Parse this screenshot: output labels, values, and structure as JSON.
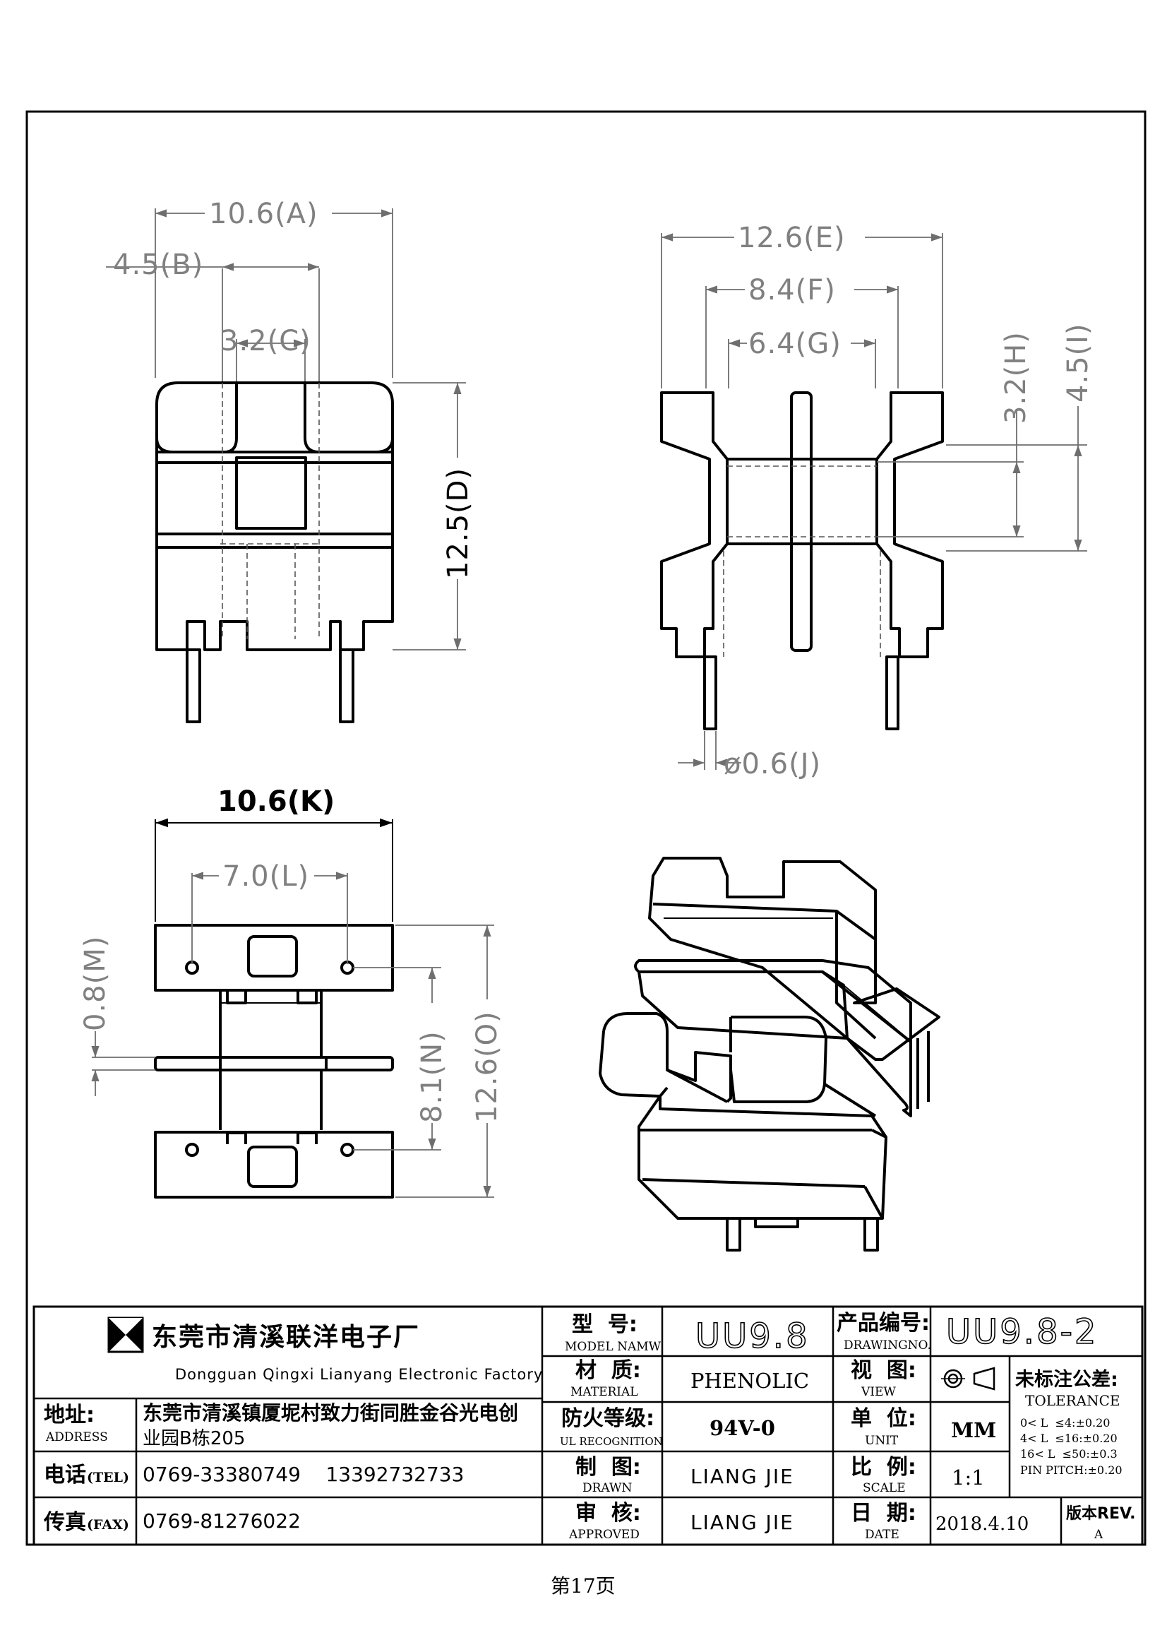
{
  "dimensions": {
    "A": "10.6(A)",
    "B": "4.5(B)",
    "C": "3.2(C)",
    "D": "12.5(D)",
    "E": "12.6(E)",
    "F": "8.4(F)",
    "G": "6.4(G)",
    "H": "3.2(H)",
    "I": "4.5(I)",
    "J": "ø0.6(J)",
    "K": "10.6(K)",
    "L": "7.0(L)",
    "M": "0.8(M)",
    "N": "8.1(N)",
    "O": "12.6(O)"
  },
  "title_block": {
    "company_cn": "东莞市清溪联洋电子厂",
    "company_en": "Dongguan Qingxi Lianyang Electronic Factory",
    "address_label_cn": "地址:",
    "address_label_en": "ADDRESS",
    "address_line1": "东莞市清溪镇厦坭村致力街同胜金谷光电创",
    "address_line2": "业园B栋205",
    "tel_label_cn": "电话",
    "tel_label_en": "(TEL)",
    "tel_value": "0769-33380749    13392732733",
    "fax_label_cn": "传真",
    "fax_label_en": "(FAX)",
    "fax_value": "0769-81276022",
    "model_label_cn": "型  号:",
    "model_label_en": "MODEL NAMW",
    "model_value": "UU9.8",
    "material_label_cn": "材  质:",
    "material_label_en": "MATERIAL",
    "material_value": "PHENOLIC",
    "fire_label_cn": "防火等级:",
    "fire_label_en": "UL RECOGNITION",
    "fire_value": "94V-0",
    "drawn_label_cn": "制  图:",
    "drawn_label_en": "DRAWN",
    "drawn_value": "LIANG JIE",
    "approved_label_cn": "审  核:",
    "approved_label_en": "APPROVED",
    "approved_value": "LIANG JIE",
    "drawingno_label_cn": "产品编号:",
    "drawingno_label_en": "DRAWINGNO.",
    "drawingno_value": "UU9.8-2",
    "view_label_cn": "视  图:",
    "view_label_en": "VIEW",
    "unit_label_cn": "单  位:",
    "unit_label_en": "UNIT",
    "unit_value": "MM",
    "scale_label_cn": "比  例:",
    "scale_label_en": "SCALE",
    "scale_value": "1:1",
    "date_label_cn": "日  期:",
    "date_label_en": "DATE",
    "date_value": "2018.4.10",
    "tolerance_label_cn": "未标注公差:",
    "tolerance_label_en": "TOLERANCE",
    "tolerance_lines": [
      "0< L  ≤4:±0.20",
      "4< L  ≤16:±0.20",
      "16< L  ≤50:±0.3",
      "PIN PITCH:±0.20"
    ],
    "rev_label": "版本REV.",
    "rev_value": "A"
  },
  "page_number": "第17页"
}
